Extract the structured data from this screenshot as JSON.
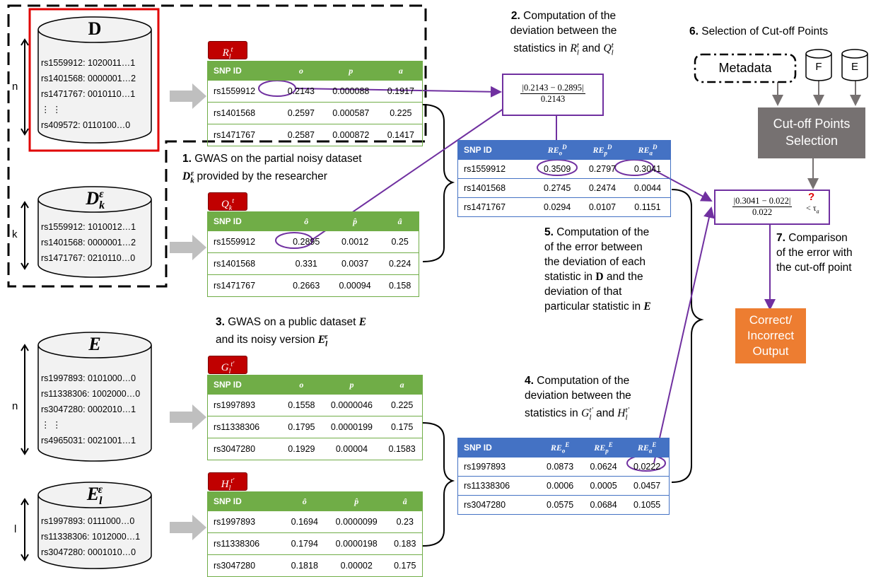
{
  "dataset_D": {
    "title": "D",
    "rows": [
      "rs1559912:  1020011…1",
      "rs1401568:  0000001…2",
      "rs1471767:  0010110…1",
      "⋮                ⋮",
      "rs409572:   0110100…0"
    ],
    "size_label": "n"
  },
  "dataset_Dk": {
    "title": "D",
    "sub": "k",
    "sup": "ε",
    "rows": [
      "rs1559912:  1010012…1",
      "rs1401568:  0000001…2",
      "rs1471767:  0210110…0"
    ],
    "size_label": "k"
  },
  "dataset_E": {
    "title": "E",
    "rows": [
      "rs1997893:  0101000…0",
      "rs11338306: 1002000…0",
      "rs3047280:  0002010…1",
      "⋮                ⋮",
      "rs4965031:  0021001…1"
    ],
    "size_label": "n"
  },
  "dataset_El": {
    "title": "E",
    "sub": "l",
    "sup": "ε",
    "rows": [
      "rs1997893:  0111000…0",
      "rs11338306: 1012000…1",
      "rs3047280:  0001010…0"
    ],
    "size_label": "l"
  },
  "table_R": {
    "tag": "R",
    "tag_sub": "l",
    "tag_sup": "t",
    "headers": [
      "SNP ID",
      "o",
      "p",
      "a"
    ],
    "rows": [
      [
        "rs1559912",
        "0.2143",
        "0.000088",
        "0.1917"
      ],
      [
        "rs1401568",
        "0.2597",
        "0.000587",
        "0.225"
      ],
      [
        "rs1471767",
        "0.2587",
        "0.000872",
        "0.1417"
      ]
    ]
  },
  "table_Q": {
    "tag": "Q",
    "tag_sub": "k",
    "tag_sup": "t",
    "headers": [
      "SNP ID",
      "ô",
      "p̂",
      "â"
    ],
    "rows": [
      [
        "rs1559912",
        "0.2895",
        "0.0012",
        "0.25"
      ],
      [
        "rs1401568",
        "0.331",
        "0.0037",
        "0.224"
      ],
      [
        "rs1471767",
        "0.2663",
        "0.00094",
        "0.158"
      ]
    ]
  },
  "table_G": {
    "tag": "G",
    "tag_sub": "l",
    "tag_sup": "t'",
    "headers": [
      "SNP ID",
      "o",
      "p",
      "a"
    ],
    "rows": [
      [
        "rs1997893",
        "0.1558",
        "0.0000046",
        "0.225"
      ],
      [
        "rs11338306",
        "0.1795",
        "0.0000199",
        "0.175"
      ],
      [
        "rs3047280",
        "0.1929",
        "0.00004",
        "0.1583"
      ]
    ]
  },
  "table_H": {
    "tag": "H",
    "tag_sub": "l",
    "tag_sup": "t'",
    "headers": [
      "SNP ID",
      "ô",
      "p̂",
      "â"
    ],
    "rows": [
      [
        "rs1997893",
        "0.1694",
        "0.0000099",
        "0.23"
      ],
      [
        "rs11338306",
        "0.1794",
        "0.0000198",
        "0.183"
      ],
      [
        "rs3047280",
        "0.1818",
        "0.00002",
        "0.175"
      ]
    ]
  },
  "table_RED": {
    "headers": [
      "SNP ID",
      "RE",
      "RE",
      "RE"
    ],
    "header_subs": [
      "",
      "o",
      "p",
      "a"
    ],
    "header_sup": "D",
    "rows": [
      [
        "rs1559912",
        "0.3509",
        "0.2797",
        "0.3041"
      ],
      [
        "rs1401568",
        "0.2745",
        "0.2474",
        "0.0044"
      ],
      [
        "rs1471767",
        "0.0294",
        "0.0107",
        "0.1151"
      ]
    ]
  },
  "table_REE": {
    "headers": [
      "SNP ID",
      "RE",
      "RE",
      "RE"
    ],
    "header_subs": [
      "",
      "o",
      "p",
      "a"
    ],
    "header_sup": "E",
    "rows": [
      [
        "rs1997893",
        "0.0873",
        "0.0624",
        "0.0222"
      ],
      [
        "rs11338306",
        "0.0006",
        "0.0005",
        "0.0457"
      ],
      [
        "rs3047280",
        "0.0575",
        "0.0684",
        "0.1055"
      ]
    ]
  },
  "step1": {
    "num": "1.",
    "line1": " GWAS on the partial noisy dataset",
    "line2": " provided by the researcher"
  },
  "step2": {
    "num": "2.",
    "line1": " Computation of the",
    "line2": "deviation between the",
    "line3": "statistics in",
    "and": " and "
  },
  "step3": {
    "num": "3.",
    "line1": " GWAS on a public dataset",
    "line2": "and its noisy version"
  },
  "step4": {
    "num": "4.",
    "line1": " Computation of the",
    "line2": "deviation between the",
    "line3": "statistics in",
    "and": " and "
  },
  "step5": {
    "num": "5.",
    "lines": [
      " Computation of the",
      "of the error between",
      "the deviation of each",
      "statistic in",
      "deviation of that",
      "particular statistic in"
    ],
    "and_the": " and the"
  },
  "step6": {
    "num": "6.",
    "label": " Selection of Cut-off Points"
  },
  "step7": {
    "num": "7.",
    "line1": " Comparison",
    "line2": "of the error with",
    "line3": "the cut-off point"
  },
  "formula1": {
    "num": "|0.2143 − 0.2895|",
    "den": "0.2143"
  },
  "formula2": {
    "num": "|0.3041 − 0.022|",
    "den": "0.022",
    "q": "?",
    "cmp": "< τ",
    "cmp_sub": "a"
  },
  "metadata_label": "Metadata",
  "F_label": "F",
  "E_label": "E",
  "cutoff_label": "Cut-off Points Selection",
  "output_label": "Correct/ Incorrect Output",
  "colors": {
    "purple": "#7030a0",
    "green": "#70ad47",
    "blue": "#4472c4",
    "red": "#c00000",
    "orange": "#ed7d31",
    "gray": "#767171"
  }
}
